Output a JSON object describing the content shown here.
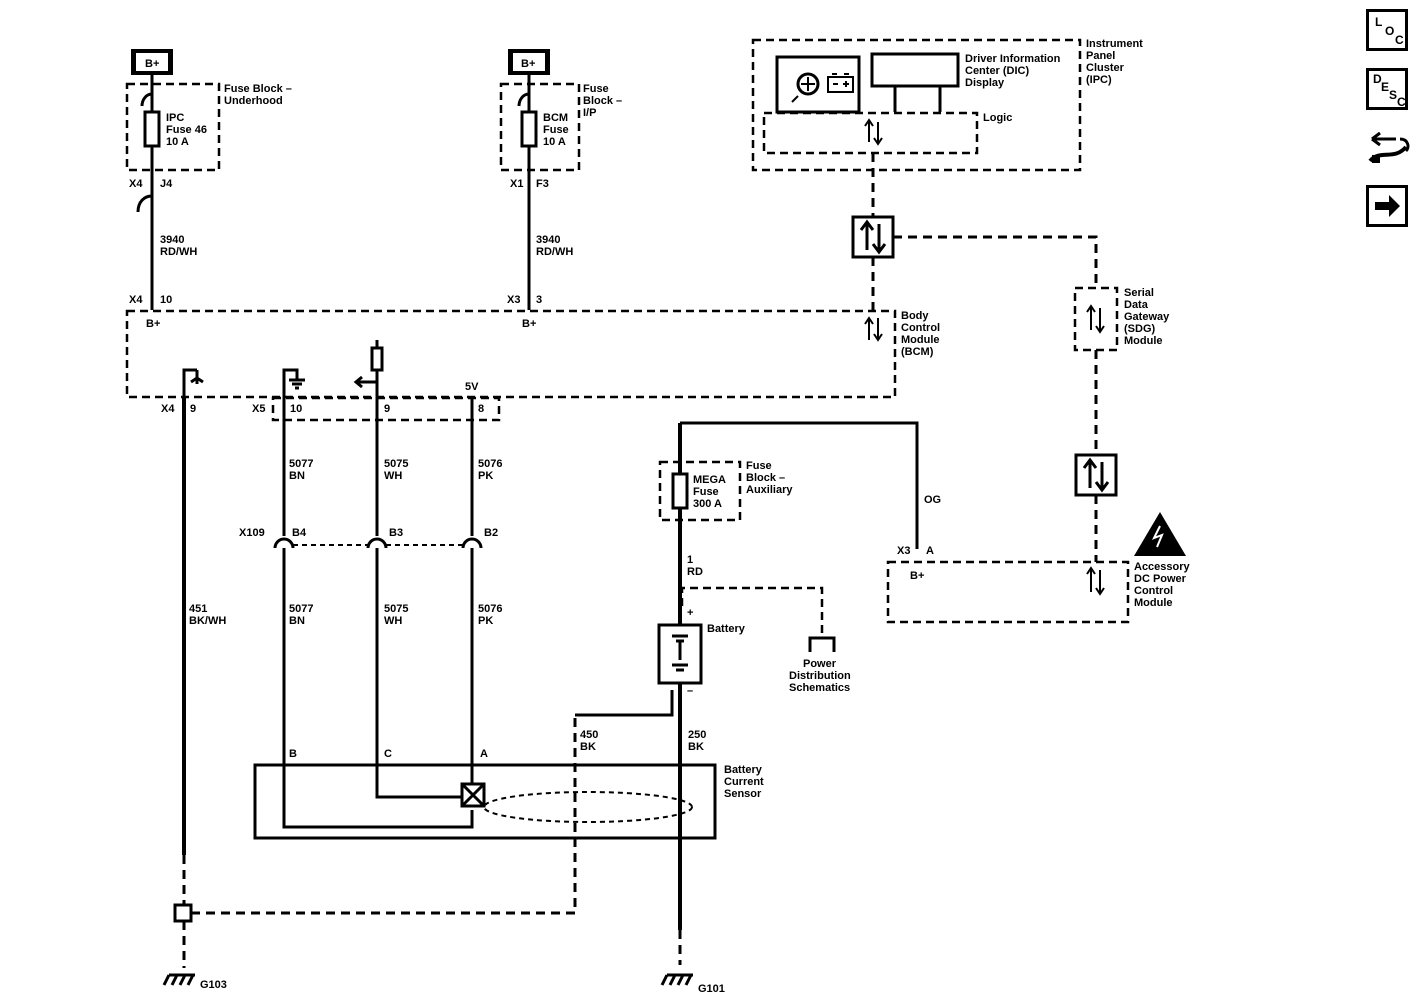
{
  "power": {
    "b1": "B+",
    "b2": "B+"
  },
  "fuse_block_underhood": {
    "title1": "Fuse Block –",
    "title2": "Underhood",
    "fuse1": "IPC",
    "fuse2": "Fuse 46",
    "fuse3": "10 A",
    "conn": "X4",
    "pin": "J4"
  },
  "fuse_block_ip": {
    "title1": "Fuse",
    "title2": "Block –",
    "title3": "I/P",
    "fuse1": "BCM",
    "fuse2": "Fuse",
    "fuse3": "10 A",
    "conn": "X1",
    "pin": "F3"
  },
  "wires": {
    "w3940a_num": "3940",
    "w3940a_col": "RD/WH",
    "w3940b_num": "3940",
    "w3940b_col": "RD/WH",
    "w5077a_num": "5077",
    "w5077a_col": "BN",
    "w5075a_num": "5075",
    "w5075a_col": "WH",
    "w5076a_num": "5076",
    "w5076a_col": "PK",
    "w5077b_num": "5077",
    "w5077b_col": "BN",
    "w5075b_num": "5075",
    "w5075b_col": "WH",
    "w5076b_num": "5076",
    "w5076b_col": "PK",
    "w451_num": "451",
    "w451_col": "BK/WH",
    "w1_num": "1",
    "w1_col": "RD",
    "w450_num": "450",
    "w450_col": "BK",
    "w250_num": "250",
    "w250_col": "BK",
    "og_col": "OG"
  },
  "bcm": {
    "title1": "Body",
    "title2": "Control",
    "title3": "Module",
    "title4": "(BCM)",
    "in1_conn": "X4",
    "in1_pin": "10",
    "in1_label": "B+",
    "in2_conn": "X3",
    "in2_pin": "3",
    "in2_label": "B+",
    "out_conn1": "X4",
    "out_pin1": "9",
    "out_conn2": "X5",
    "out_pin2": "10",
    "out_pin3": "9",
    "out_pin4": "8",
    "label_5v": "5V"
  },
  "inline_conn": {
    "name": "X109",
    "pin_b4": "B4",
    "pin_b3": "B3",
    "pin_b2": "B2"
  },
  "ipc": {
    "title1": "Instrument",
    "title2": "Panel",
    "title3": "Cluster",
    "title4": "(IPC)",
    "dic1": "Driver Information",
    "dic2": "Center (DIC)",
    "dic3": "Display",
    "logic": "Logic"
  },
  "sdgm": {
    "title1": "Serial",
    "title2": "Data",
    "title3": "Gateway",
    "title4": "(SDG)",
    "title5": "Module"
  },
  "mega_fuse": {
    "fuse1": "MEGA",
    "fuse2": "Fuse",
    "fuse3": "300 A",
    "title1": "Fuse",
    "title2": "Block –",
    "title3": "Auxiliary"
  },
  "battery": {
    "label": "Battery",
    "plus": "+",
    "minus": "–"
  },
  "power_dist": {
    "line1": "Power",
    "line2": "Distribution",
    "line3": "Schematics"
  },
  "accessory": {
    "title1": "Accessory",
    "title2": "DC Power",
    "title3": "Control",
    "title4": "Module",
    "conn": "X3",
    "pin": "A",
    "label": "B+"
  },
  "sensor": {
    "title1": "Battery",
    "title2": "Current",
    "title3": "Sensor",
    "pin_b": "B",
    "pin_c": "C",
    "pin_a": "A"
  },
  "grounds": {
    "g1": "G103",
    "g2": "G101"
  },
  "nav": {
    "loc": [
      "L",
      "O",
      "C"
    ],
    "desc": [
      "D",
      "E",
      "S",
      "C"
    ]
  }
}
